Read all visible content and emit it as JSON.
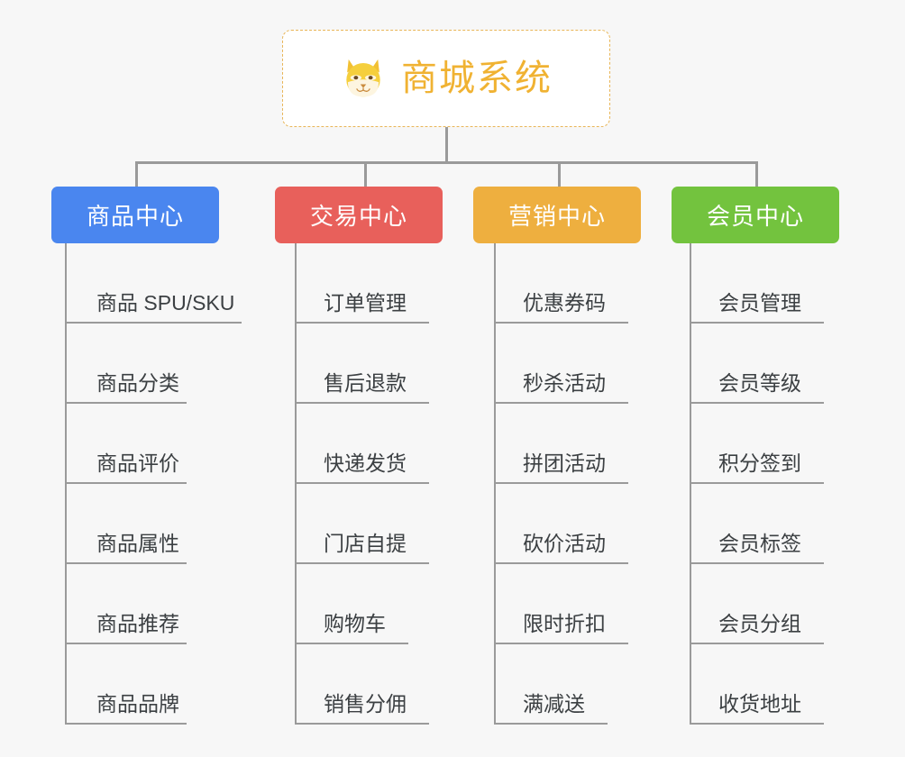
{
  "root": {
    "title": "商城系统",
    "icon": "shiba-dog-icon",
    "border_color": "#e8b557",
    "text_color": "#f0b232",
    "background": "#ffffff"
  },
  "canvas": {
    "background": "#f7f7f7",
    "connector_color": "#9a9a9a"
  },
  "branches": [
    {
      "label": "商品中心",
      "color": "#4a86ef",
      "items": [
        "商品 SPU/SKU",
        "商品分类",
        "商品评价",
        "商品属性",
        "商品推荐",
        "商品品牌"
      ]
    },
    {
      "label": "交易中心",
      "color": "#e8605b",
      "items": [
        "订单管理",
        "售后退款",
        "快递发货",
        "门店自提",
        "购物车",
        "销售分佣"
      ]
    },
    {
      "label": "营销中心",
      "color": "#eeaf3f",
      "items": [
        "优惠券码",
        "秒杀活动",
        "拼团活动",
        "砍价活动",
        "限时折扣",
        "满减送"
      ]
    },
    {
      "label": "会员中心",
      "color": "#73c33e",
      "items": [
        "会员管理",
        "会员等级",
        "积分签到",
        "会员标签",
        "会员分组",
        "收货地址"
      ]
    }
  ]
}
